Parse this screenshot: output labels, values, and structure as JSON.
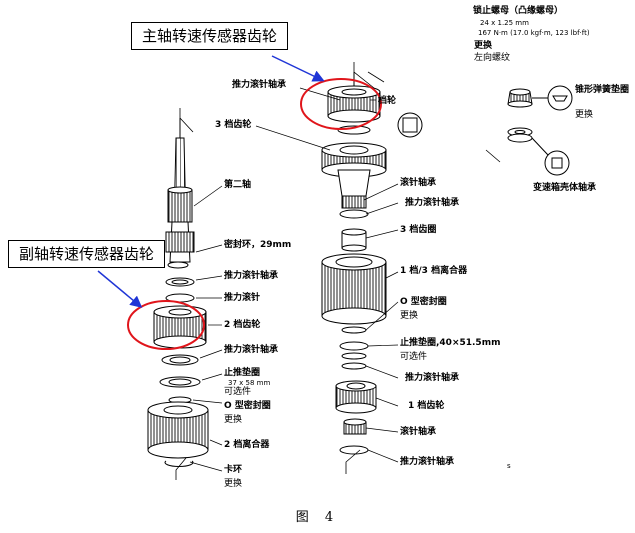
{
  "callouts": {
    "main": "主轴转速传感器齿轮",
    "counter": "副轴转速传感器齿轮"
  },
  "labels": {
    "lock_nut": "锁止螺母（凸缘螺母）",
    "lock_nut_size": "24 x 1.25 mm",
    "lock_nut_torque": "167 N·m (17.0 kgf·m, 123 lbf·ft)",
    "lock_nut_replace": "更换",
    "lock_nut_thread": "左向螺纹",
    "disc_washer": "锥形弹簧垫圈",
    "disc_washer_replace": "更换",
    "case_bearing": "变速箱壳体轴承",
    "thrust_bearing_top": "推力滚针轴承",
    "park_gear": "档轮",
    "third_gear": "3 档齿轮",
    "second_shaft": "第二轴",
    "needle_bearing_1": "滚针轴承",
    "thrust_bearing_2": "推力滚针轴承",
    "third_collar": "3 档齿圈",
    "clutch_13": "1 档/3 档离合器",
    "seal_ring": "密封环，29mm",
    "thrust_needle_l1": "推力滚针轴承",
    "thrust_washer_l": "推力滚针",
    "oring_r": "O 型密封圈",
    "oring_r_replace": "更换",
    "second_gear": "2 档齿轮",
    "stop_shim": "止推垫圈,40×51.5mm",
    "stop_shim_opt": "可选件",
    "thrust_needle_l2": "推力滚针轴承",
    "thrust_shim_l": "止推垫圈",
    "thrust_shim_size": "37 x 58 mm",
    "thrust_shim_opt": "可选件",
    "thrust_needle_r3": "推力滚针轴承",
    "oring_l": "O 型密封圈",
    "oring_l_replace": "更换",
    "first_gear": "1 档齿轮",
    "needle_bearing_2": "滚针轴承",
    "clutch_2": "2 档离合器",
    "thrust_needle_r4": "推力滚针轴承",
    "snap_ring": "卡环",
    "snap_ring_replace": "更换",
    "tick_mark": "s"
  },
  "figure_caption": "图 4",
  "colors": {
    "highlight": "#e0151b",
    "arrow": "#1f35d6",
    "line": "#000000"
  }
}
